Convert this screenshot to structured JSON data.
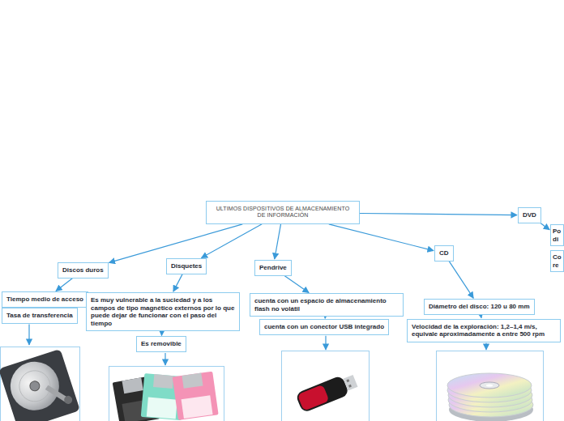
{
  "diagram": {
    "nodes": [
      {
        "text": [
          "ULTIMOS DISPOSITIVOS DE ALMACENAMIENTO DE INFORMACIÓN"
        ]
      },
      {
        "text": [
          "Discos duros"
        ]
      },
      {
        "text": [
          "Tiempo medio de acceso"
        ]
      },
      {
        "text": [
          "Tasa de transferencia"
        ]
      },
      {
        "text": [
          "Disquetes"
        ]
      },
      {
        "text": [
          "Es muy vulnerable a la suciedad y a los campos de tipo magnético externos por lo que puede dejar de funcionar con el paso del tiempo"
        ]
      },
      {
        "text": [
          "Es removible"
        ]
      },
      {
        "text": [
          "Pendrive"
        ]
      },
      {
        "text": [
          "cuenta con un espacio de almacenamiento flash no volátil"
        ]
      },
      {
        "text": [
          "cuenta con un conector USB integrado"
        ]
      },
      {
        "text": [
          "CD"
        ]
      },
      {
        "text": [
          "Diámetro del disco: 120 u 80 mm"
        ]
      },
      {
        "text": [
          "Velocidad de la exploración: 1,2–1,4 m/s, equivale aproximadamente a entre 500 rpm"
        ]
      },
      {
        "text": [
          "DVD"
        ]
      },
      {
        "text": [
          "Po di"
        ]
      },
      {
        "text": [
          "Co re"
        ]
      }
    ],
    "edges": [
      {
        "from": 0,
        "to": 1,
        "arrow": "to"
      },
      {
        "from": 0,
        "to": 4,
        "arrow": "to"
      },
      {
        "from": 0,
        "to": 7,
        "arrow": "to"
      },
      {
        "from": 0,
        "to": 10,
        "arrow": "to"
      },
      {
        "from": 0,
        "to": 13,
        "arrow": "to"
      },
      {
        "from": 1,
        "to": 2,
        "arrow": "to"
      },
      {
        "from": 4,
        "to": 5,
        "arrow": "to"
      },
      {
        "from": 5,
        "to": 6,
        "arrow": "to"
      },
      {
        "from": 7,
        "to": 8,
        "arrow": "to"
      },
      {
        "from": 8,
        "to": 9,
        "arrow": "to"
      },
      {
        "from": 10,
        "to": 11,
        "arrow": "to"
      },
      {
        "from": 11,
        "to": 12,
        "arrow": "to"
      },
      {
        "from": 13,
        "to": 14,
        "arrow": "to"
      }
    ]
  }
}
